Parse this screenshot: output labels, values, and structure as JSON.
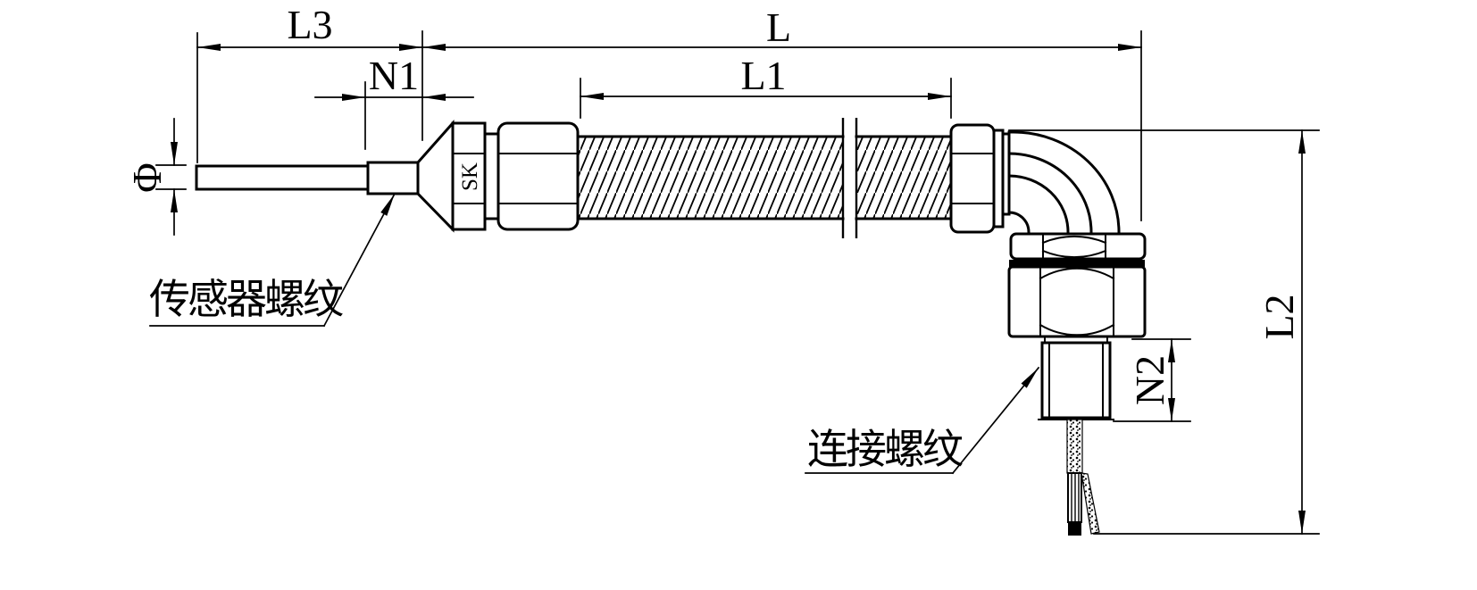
{
  "diagram": {
    "type": "engineering-drawing",
    "subject": "right-angle temperature sensor probe with flexible conduit and lead wires",
    "dimension_labels": {
      "l3": "L3",
      "l": "L",
      "n1": "N1",
      "l1": "L1",
      "n2": "N2",
      "l2": "L2"
    },
    "symbols": {
      "diameter": "Φ"
    },
    "part_markings": {
      "hex_nut": "SK"
    },
    "annotations": {
      "sensor_thread": "传感器螺纹",
      "connection_thread": "连接螺纹"
    },
    "colors": {
      "line": "#000000",
      "background": "#ffffff",
      "gasket_fill": "#000000"
    }
  }
}
